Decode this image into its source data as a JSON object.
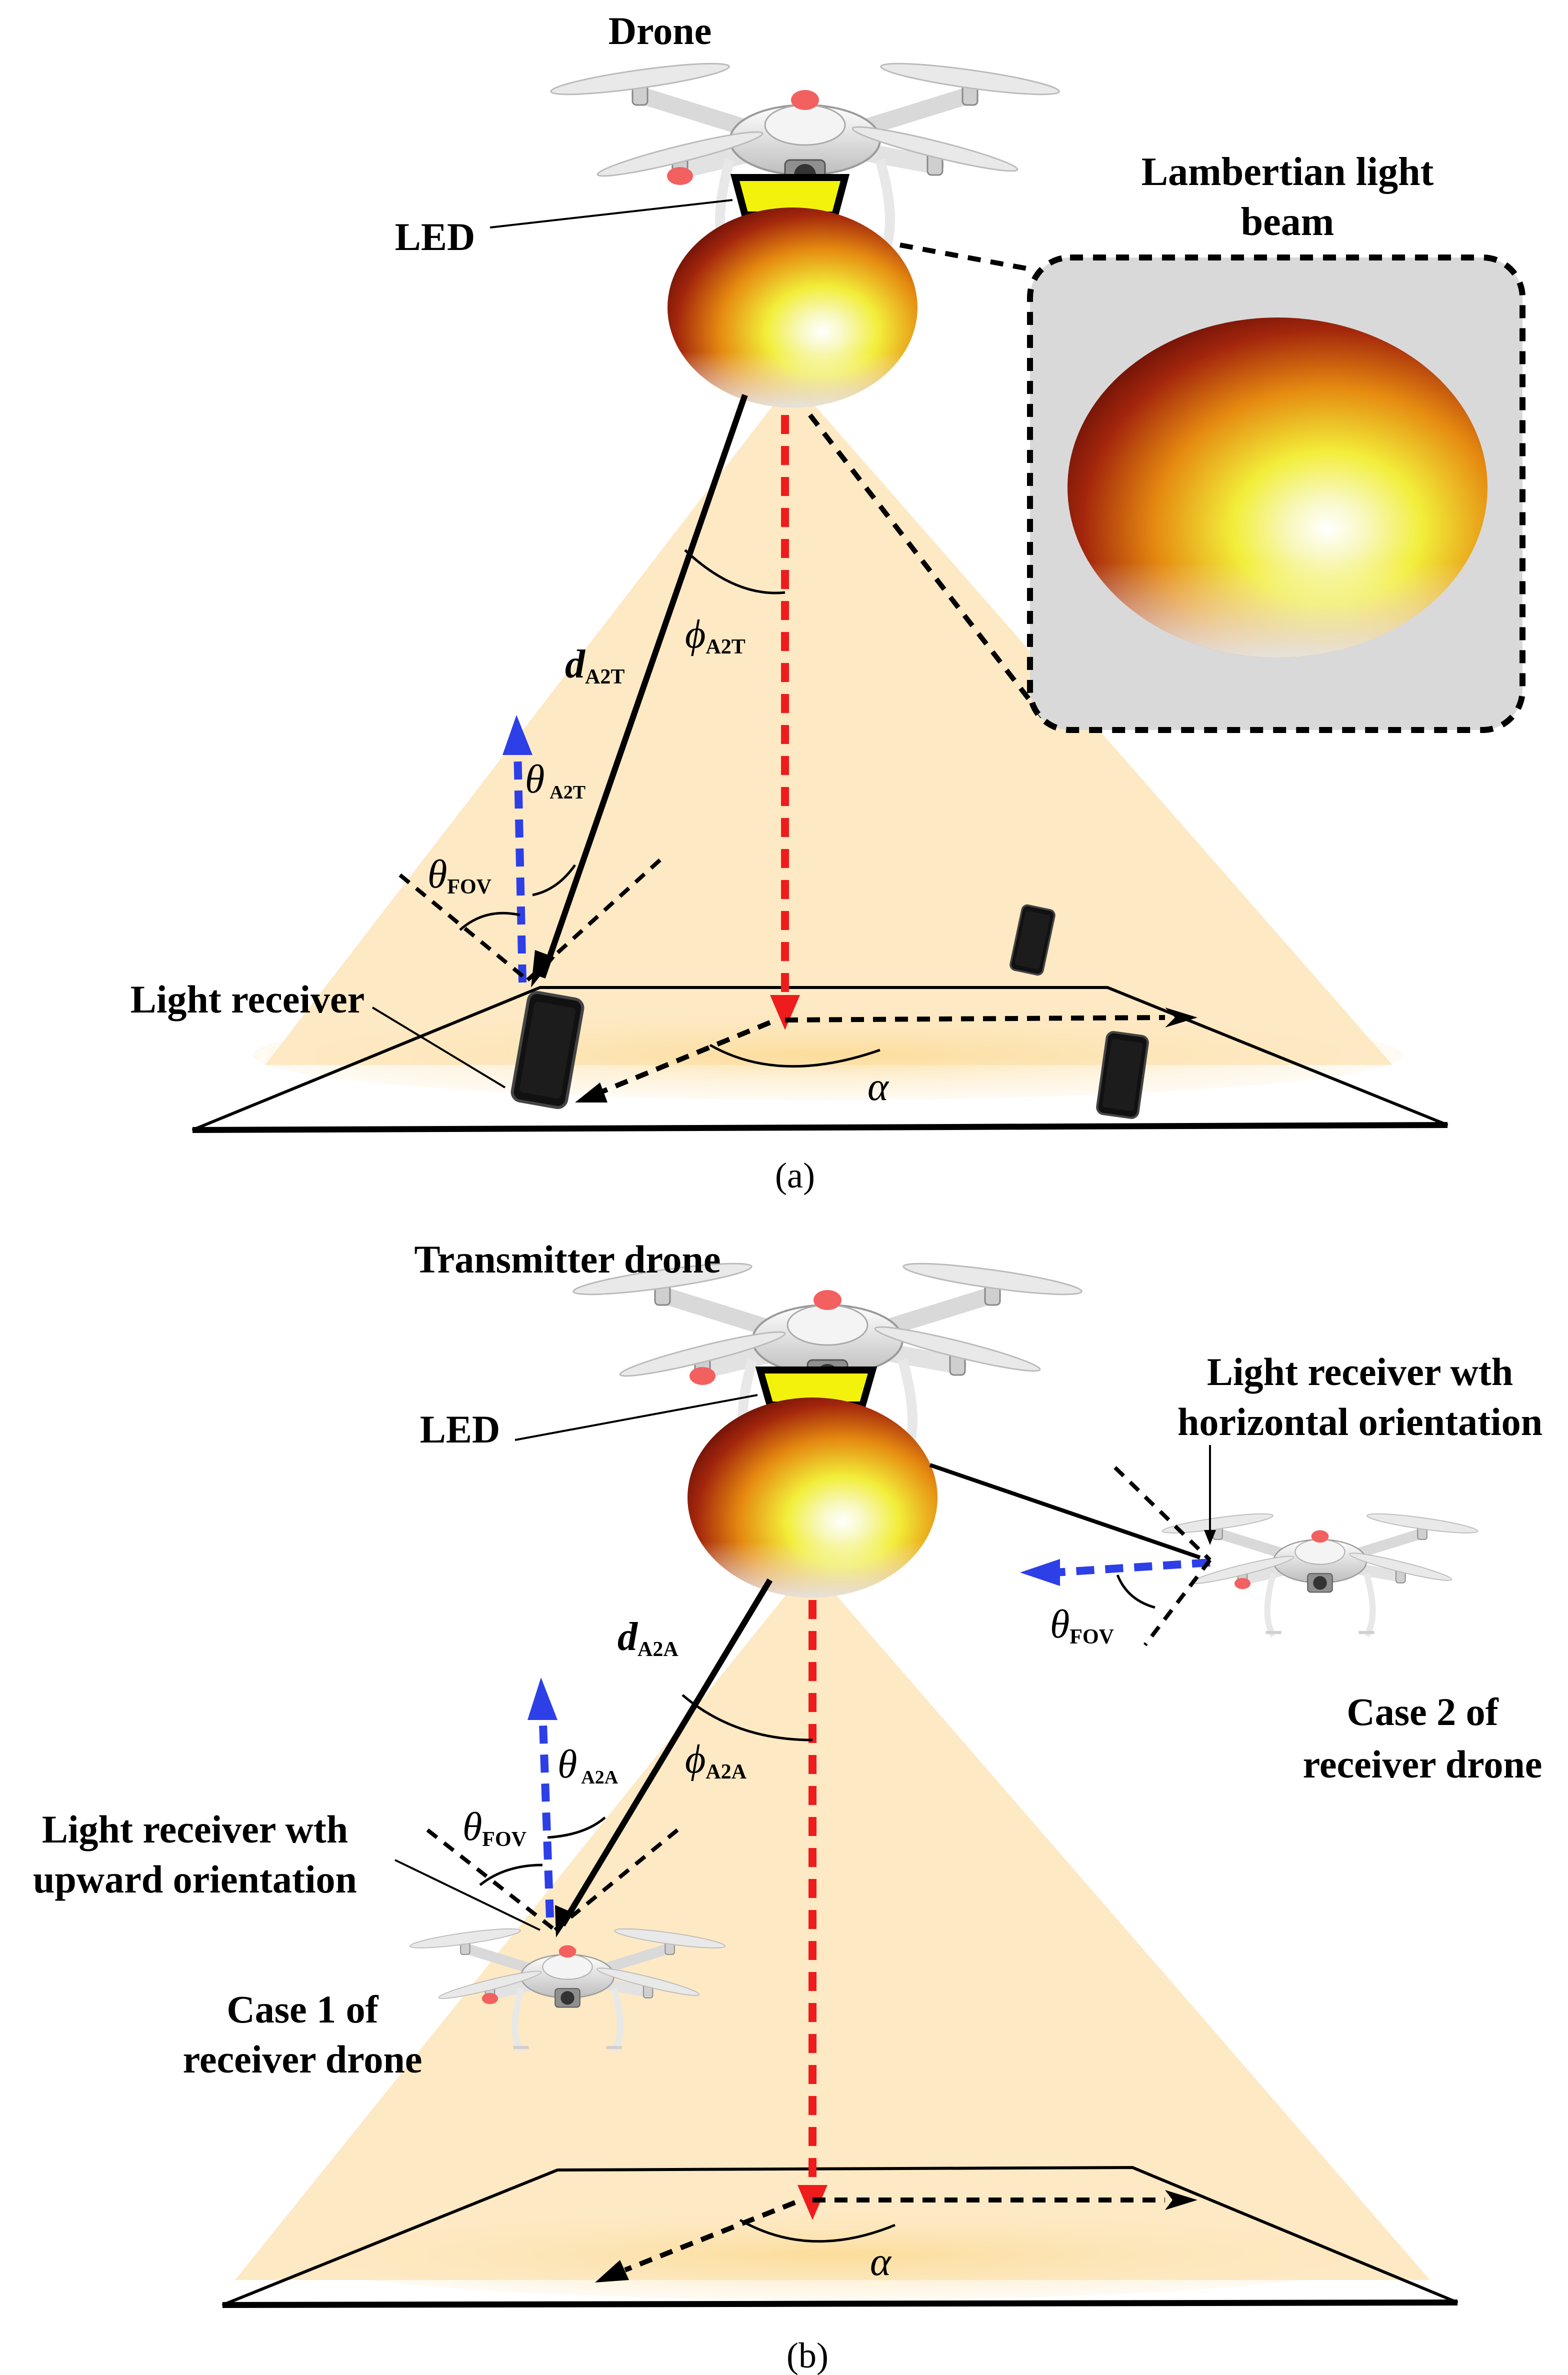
{
  "panel_a": {
    "drone_label": "Drone",
    "led_label": "LED",
    "inset_title_line1": "Lambertian  light",
    "inset_title_line2": "beam",
    "receiver_label": "Light receiver",
    "d_symbol": "d",
    "d_subscript": "A2T",
    "phi_symbol": "ϕ",
    "phi_subscript": "A2T",
    "theta_symbol": "θ",
    "theta_subscript": "A2T",
    "theta_fov_symbol": "θ",
    "theta_fov_subscript": "FOV",
    "alpha_symbol": "α",
    "caption": "(a)"
  },
  "panel_b": {
    "drone_label": "Transmitter drone",
    "led_label": "LED",
    "horiz_receiver_line1": "Light receiver wth",
    "horiz_receiver_line2": "horizontal orientation",
    "case2_line1": "Case 2 of",
    "case2_line2": "receiver drone",
    "up_receiver_line1": "Light receiver wth",
    "up_receiver_line2": "upward orientation",
    "case1_line1": "Case 1 of",
    "case1_line2": "receiver drone",
    "d_symbol": "d",
    "d_subscript": "A2A",
    "phi_symbol": "ϕ",
    "phi_subscript": "A2A",
    "theta_symbol": "θ",
    "theta_subscript": "A2A",
    "theta_fov_symbol": "θ",
    "theta_fov_subscript": "FOV",
    "theta_fov2_symbol": "θ",
    "theta_fov2_subscript": "FOV",
    "alpha_symbol": "α",
    "caption": "(b)"
  },
  "colors": {
    "beam_cone": "#fde9c4",
    "red_axis": "#ee1c1c",
    "blue_normal": "#2d3fe6",
    "inset_bg": "#d9d9d9",
    "led_yellow": "#f2f20c"
  }
}
